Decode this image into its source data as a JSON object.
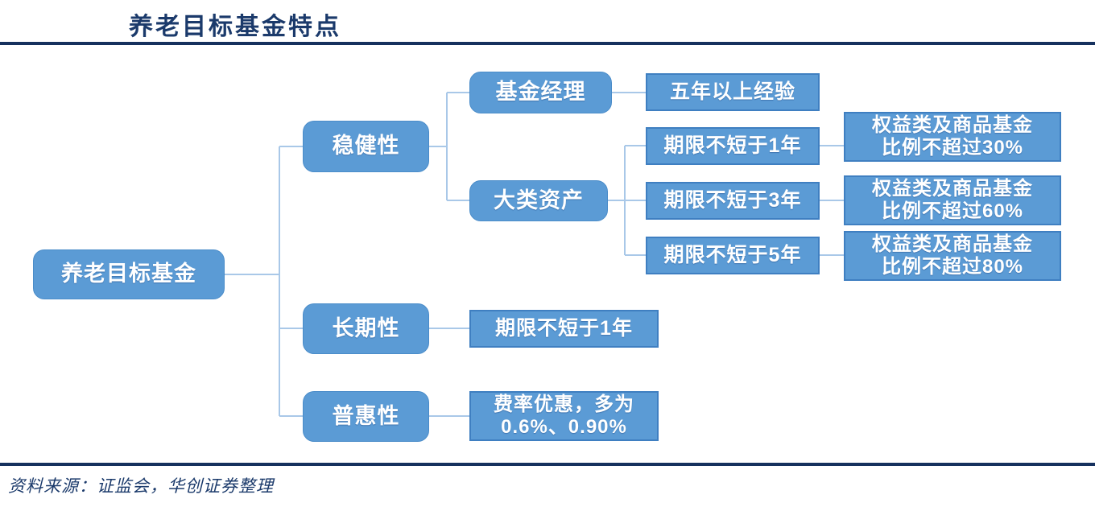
{
  "header": {
    "title": "养老目标基金特点",
    "rule_color": "#16315e"
  },
  "footer": {
    "source": "资料来源：证监会，华创证券整理"
  },
  "theme": {
    "node_fill": "#5b9bd5",
    "node_border_round": "#4a8cc9",
    "node_border_square": "#3f7fc1",
    "connector": "#a9c8e8",
    "title_color": "#1b3a6b",
    "node_text": "#ffffff"
  },
  "diagram": {
    "type": "tree",
    "root": {
      "label": "养老目标基金",
      "shape": "round"
    },
    "branches": [
      {
        "label": "稳健性",
        "shape": "round",
        "children": [
          {
            "label": "基金经理",
            "shape": "round",
            "children": [
              {
                "label": "五年以上经验",
                "shape": "square"
              }
            ]
          },
          {
            "label": "大类资产",
            "shape": "round",
            "children": [
              {
                "label": "期限不短于1年",
                "shape": "square",
                "children": [
                  {
                    "label": "权益类及商品基金\n比例不超过30%",
                    "shape": "square"
                  }
                ]
              },
              {
                "label": "期限不短于3年",
                "shape": "square",
                "children": [
                  {
                    "label": "权益类及商品基金\n比例不超过60%",
                    "shape": "square"
                  }
                ]
              },
              {
                "label": "期限不短于5年",
                "shape": "square",
                "children": [
                  {
                    "label": "权益类及商品基金\n比例不超过80%",
                    "shape": "square"
                  }
                ]
              }
            ]
          }
        ]
      },
      {
        "label": "长期性",
        "shape": "round",
        "children": [
          {
            "label": "期限不短于1年",
            "shape": "square"
          }
        ]
      },
      {
        "label": "普惠性",
        "shape": "round",
        "children": [
          {
            "label": "费率优惠，多为\n0.6%、0.90%",
            "shape": "square"
          }
        ]
      }
    ]
  },
  "nodes": {
    "root": {
      "label": "养老目标基金"
    },
    "stability": {
      "label": "稳健性"
    },
    "longterm": {
      "label": "长期性"
    },
    "inclusive": {
      "label": "普惠性"
    },
    "manager": {
      "label": "基金经理"
    },
    "assets": {
      "label": "大类资产"
    },
    "experience": {
      "label": "五年以上经验"
    },
    "term1": {
      "label": "期限不短于1年"
    },
    "term3": {
      "label": "期限不短于3年"
    },
    "term5": {
      "label": "期限不短于5年"
    },
    "ratio30": {
      "label": "权益类及商品基金\n比例不超过30%"
    },
    "ratio60": {
      "label": "权益类及商品基金\n比例不超过60%"
    },
    "ratio80": {
      "label": "权益类及商品基金\n比例不超过80%"
    },
    "longterm_child": {
      "label": "期限不短于1年"
    },
    "inclusive_child": {
      "label": "费率优惠，多为\n0.6%、0.90%"
    }
  }
}
